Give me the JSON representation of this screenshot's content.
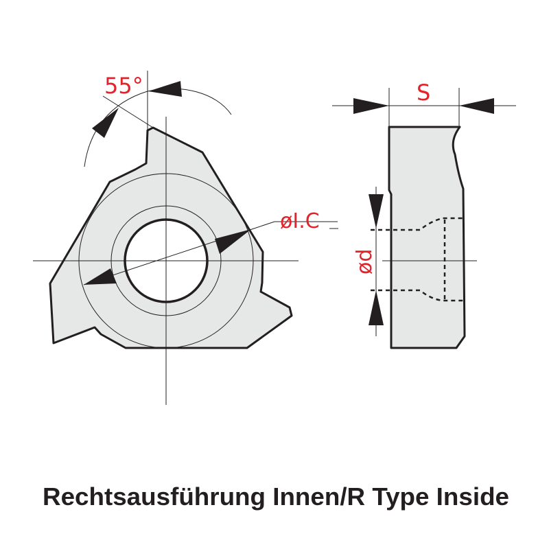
{
  "labels": {
    "angle": "55°",
    "inscribed_circle": "øI.C",
    "thickness": "S",
    "hole_diameter": "ød"
  },
  "caption": "Rechtsausführung Innen/R Type Inside",
  "colors": {
    "label_red": "#e2232b",
    "insert_fill": "#e6e8e8",
    "line": "#231f20"
  }
}
